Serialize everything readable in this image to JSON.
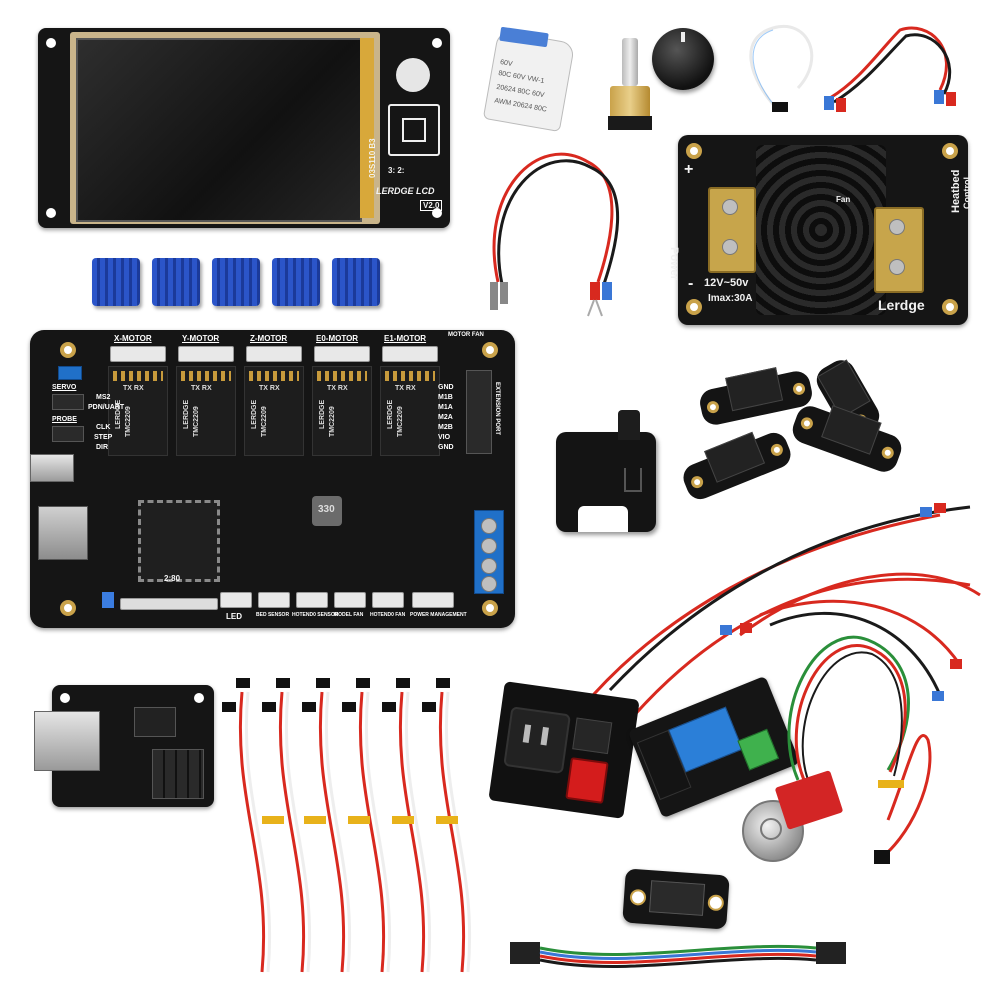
{
  "lcd": {
    "ribbon_id": "03S110 B3",
    "name": "LERDGE LCD",
    "version": "V2.0",
    "small_mark": "3: 2:"
  },
  "ffc_cable": {
    "print_lines": [
      "60V",
      "80C 60V VW-1",
      "20624 80C 60V",
      "AWM 20624 80C"
    ]
  },
  "mosfet": {
    "polarity_plus": "+",
    "polarity_minus": "-",
    "power_label": "Power",
    "voltage": "12V~50v",
    "current": "Imax:30A",
    "heatbed_label": "Heatbed",
    "control_label": "Control",
    "brand": "Lerdge",
    "fan_label": "Fan"
  },
  "mainboard": {
    "motor_headers": [
      "X-MOTOR",
      "Y-MOTOR",
      "Z-MOTOR",
      "E0-MOTOR",
      "E1-MOTOR"
    ],
    "motor_fan": "MOTOR FAN",
    "left_labels": [
      "SERVO",
      "PROBE"
    ],
    "extension_port": "EXTENSION PORT",
    "driver_brand": "LERDGE",
    "driver_model": "TMC2209",
    "driver_pins_left": [
      "MS2",
      "PDN/UART",
      "CLK",
      "STEP",
      "DIR"
    ],
    "driver_pins_right": [
      "GND",
      "M1B",
      "M1A",
      "M2A",
      "M2B",
      "VIO",
      "GND"
    ],
    "driver_top": "TX RX",
    "inductor": "330",
    "bottom_labels": [
      "LED",
      "BED SENSOR",
      "HOTEND0 SENSOR",
      "MODEL FAN",
      "HOTEND0 FAN",
      "POWER MANAGEMENT"
    ],
    "chip_mark": "2:80"
  },
  "colors": {
    "pcb": "#151515",
    "heatsink_blue": "#2b55c9",
    "terminal_blue": "#2070c8",
    "wire_red": "#d8291f",
    "wire_black": "#1a1a1a",
    "wire_green": "#2a8f3a",
    "brass": "#c9a24a"
  }
}
